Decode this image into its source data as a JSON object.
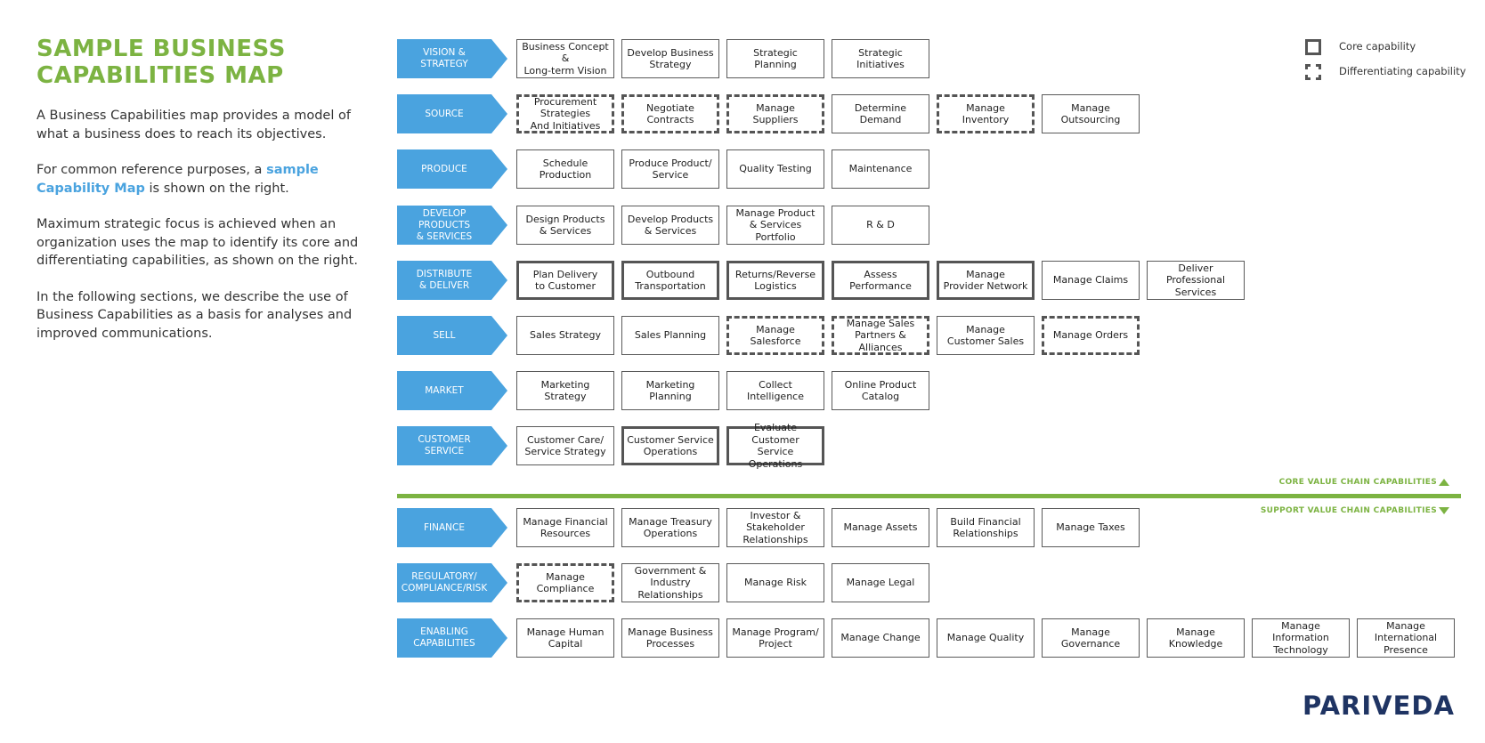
{
  "intro": {
    "title_line1": "SAMPLE BUSINESS",
    "title_line2": "CAPABILITIES MAP",
    "p1": "A Business Capabilities map provides a model of what a business does to reach its objectives.",
    "p2_before": "For common reference purposes, a ",
    "p2_highlight": "sample Capability Map",
    "p2_after": " is shown on the right.",
    "p3": "Maximum strategic focus is achieved when an organization uses the map to identify its core and differentiating capabilities, as shown on the right.",
    "p4": "In the following sections, we describe the use of Business Capabilities as a basis for analyses and improved communications."
  },
  "legend": {
    "core": "Core capability",
    "differentiating": "Differentiating capability"
  },
  "value_chain": {
    "core_label": "CORE VALUE CHAIN CAPABILITIES",
    "support_label": "SUPPORT VALUE CHAIN CAPABILITIES"
  },
  "colors": {
    "accent_blue": "#4aa3df",
    "accent_green": "#7cb342",
    "logo_navy": "#1f3463",
    "logo_red": "#d32f2f"
  },
  "logo": "PARIVEDA",
  "rows": [
    {
      "label": "VISION &\nSTRATEGY",
      "caps": [
        {
          "text": "Business Concept &\nLong-term Vision",
          "style": "normal"
        },
        {
          "text": "Develop Business\nStrategy",
          "style": "normal"
        },
        {
          "text": "Strategic\nPlanning",
          "style": "normal"
        },
        {
          "text": "Strategic\nInitiatives",
          "style": "normal"
        }
      ]
    },
    {
      "label": "SOURCE",
      "caps": [
        {
          "text": "Procurement\nStrategies\nAnd Initiatives",
          "style": "diff"
        },
        {
          "text": "Negotiate\nContracts",
          "style": "diff"
        },
        {
          "text": "Manage\nSuppliers",
          "style": "diff"
        },
        {
          "text": "Determine\nDemand",
          "style": "normal"
        },
        {
          "text": "Manage\nInventory",
          "style": "diff"
        },
        {
          "text": "Manage\nOutsourcing",
          "style": "normal"
        }
      ]
    },
    {
      "label": "PRODUCE",
      "caps": [
        {
          "text": "Schedule\nProduction",
          "style": "normal"
        },
        {
          "text": "Produce Product/\nService",
          "style": "normal"
        },
        {
          "text": "Quality Testing",
          "style": "normal"
        },
        {
          "text": "Maintenance",
          "style": "normal"
        }
      ]
    },
    {
      "label": "DEVELOP PRODUCTS\n& SERVICES",
      "caps": [
        {
          "text": "Design Products\n& Services",
          "style": "normal"
        },
        {
          "text": "Develop Products\n& Services",
          "style": "normal"
        },
        {
          "text": "Manage Product\n& Services Portfolio",
          "style": "normal"
        },
        {
          "text": "R & D",
          "style": "normal"
        }
      ]
    },
    {
      "label": "DISTRIBUTE\n& DELIVER",
      "caps": [
        {
          "text": "Plan Delivery\nto Customer",
          "style": "core"
        },
        {
          "text": "Outbound\nTransportation",
          "style": "core"
        },
        {
          "text": "Returns/Reverse\nLogistics",
          "style": "core"
        },
        {
          "text": "Assess\nPerformance",
          "style": "core"
        },
        {
          "text": "Manage\nProvider Network",
          "style": "core"
        },
        {
          "text": "Manage Claims",
          "style": "normal"
        },
        {
          "text": "Deliver\nProfessional\nServices",
          "style": "normal"
        }
      ]
    },
    {
      "label": "SELL",
      "caps": [
        {
          "text": "Sales Strategy",
          "style": "normal"
        },
        {
          "text": "Sales Planning",
          "style": "normal"
        },
        {
          "text": "Manage\nSalesforce",
          "style": "diff"
        },
        {
          "text": "Manage Sales\nPartners &\nAlliances",
          "style": "diff"
        },
        {
          "text": "Manage\nCustomer Sales",
          "style": "normal"
        },
        {
          "text": "Manage Orders",
          "style": "diff"
        }
      ]
    },
    {
      "label": "MARKET",
      "caps": [
        {
          "text": "Marketing Strategy",
          "style": "normal"
        },
        {
          "text": "Marketing\nPlanning",
          "style": "normal"
        },
        {
          "text": "Collect\nIntelligence",
          "style": "normal"
        },
        {
          "text": "Online Product\nCatalog",
          "style": "normal"
        }
      ]
    },
    {
      "label": "CUSTOMER\nSERVICE",
      "caps": [
        {
          "text": "Customer Care/\nService Strategy",
          "style": "normal"
        },
        {
          "text": "Customer Service\nOperations",
          "style": "core"
        },
        {
          "text": "Evaluate Customer\nService Operations",
          "style": "core"
        }
      ]
    },
    {
      "label": "FINANCE",
      "caps": [
        {
          "text": "Manage Financial\nResources",
          "style": "normal"
        },
        {
          "text": "Manage Treasury\nOperations",
          "style": "normal"
        },
        {
          "text": "Investor &\nStakeholder\nRelationships",
          "style": "normal"
        },
        {
          "text": "Manage Assets",
          "style": "normal"
        },
        {
          "text": "Build Financial\nRelationships",
          "style": "normal"
        },
        {
          "text": "Manage Taxes",
          "style": "normal"
        }
      ]
    },
    {
      "label": "REGULATORY/\nCOMPLIANCE/RISK",
      "caps": [
        {
          "text": "Manage Compliance",
          "style": "diff"
        },
        {
          "text": "Government &\nIndustry\nRelationships",
          "style": "normal"
        },
        {
          "text": "Manage Risk",
          "style": "normal"
        },
        {
          "text": "Manage Legal",
          "style": "normal"
        }
      ]
    },
    {
      "label": "ENABLING\nCAPABILITIES",
      "caps": [
        {
          "text": "Manage Human\nCapital",
          "style": "normal"
        },
        {
          "text": "Manage Business\nProcesses",
          "style": "normal"
        },
        {
          "text": "Manage Program/\nProject",
          "style": "normal"
        },
        {
          "text": "Manage Change",
          "style": "normal"
        },
        {
          "text": "Manage Quality",
          "style": "normal"
        },
        {
          "text": "Manage\nGovernance",
          "style": "normal"
        },
        {
          "text": "Manage\nKnowledge",
          "style": "normal"
        },
        {
          "text": "Manage\nInformation\nTechnology",
          "style": "normal"
        },
        {
          "text": "Manage\nInternational\nPresence",
          "style": "normal"
        }
      ]
    }
  ]
}
